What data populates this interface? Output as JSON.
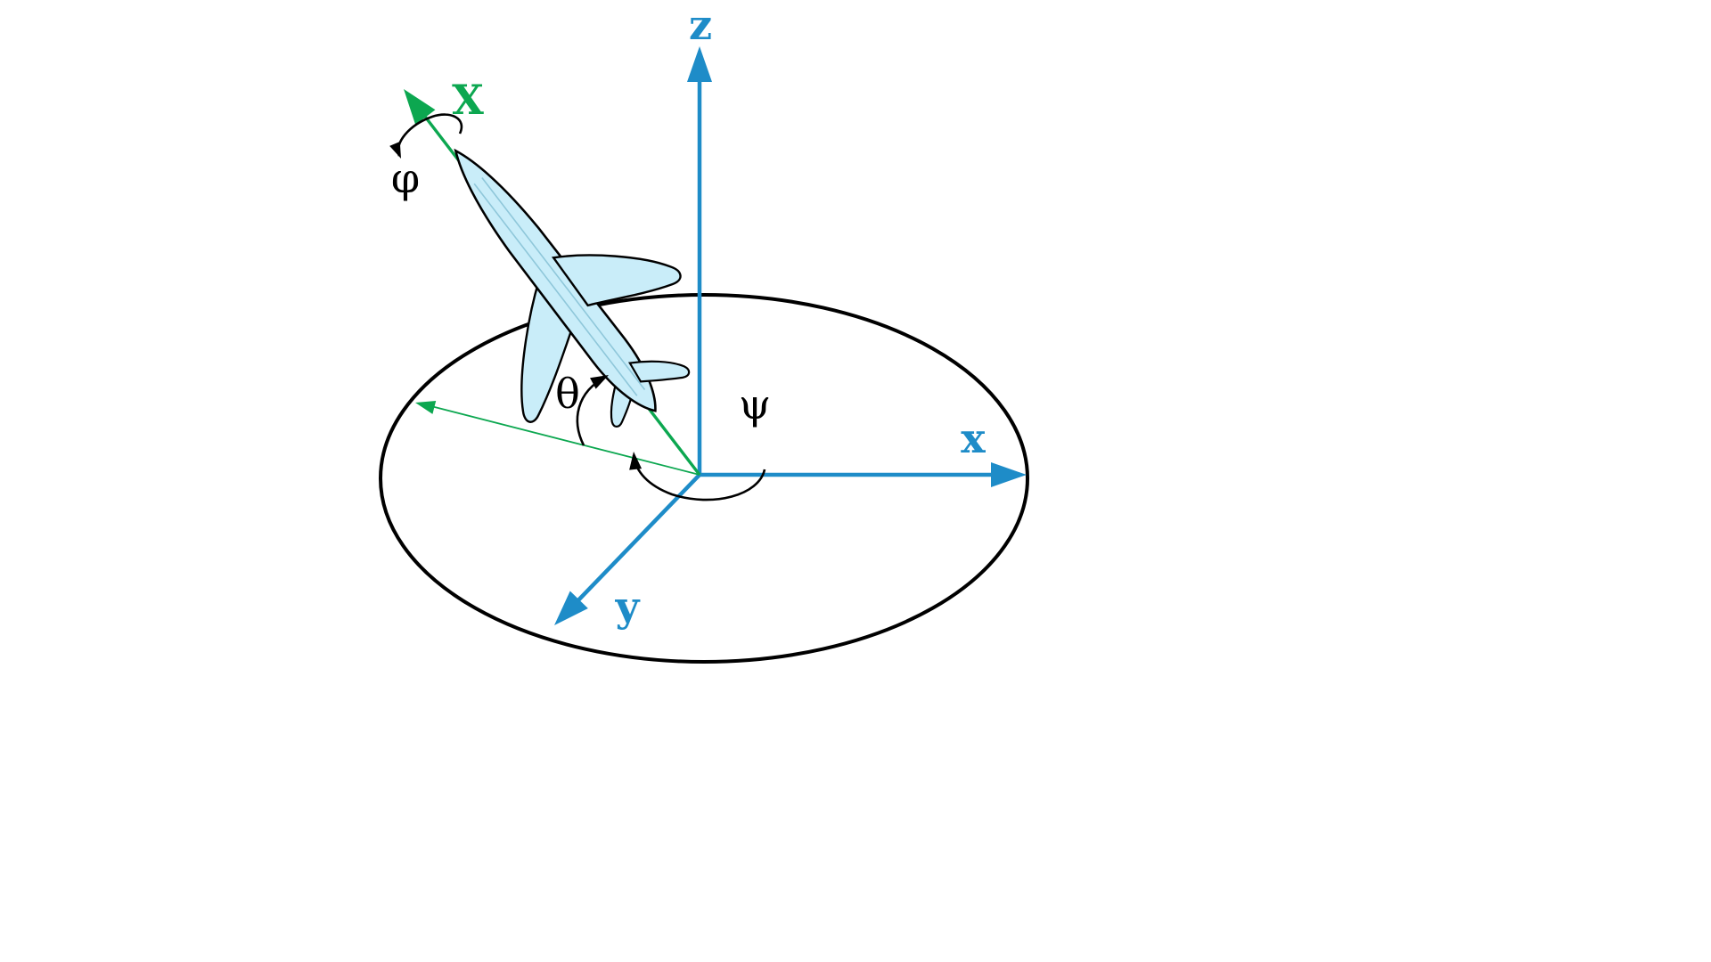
{
  "colors": {
    "background": "#ffffff",
    "axis_blue": "#1e8cc8",
    "body_green": "#0ca750",
    "outline": "#000000",
    "angle_arrow": "#000000",
    "plane_fill": "#c9edf9",
    "plane_detail": "#8fc7da"
  },
  "axes": {
    "z_label": "z",
    "x_label": "x",
    "y_label": "y",
    "body_axis_label": "X"
  },
  "angles": {
    "roll_label": "φ",
    "pitch_label": "θ",
    "yaw_label": "ψ"
  }
}
